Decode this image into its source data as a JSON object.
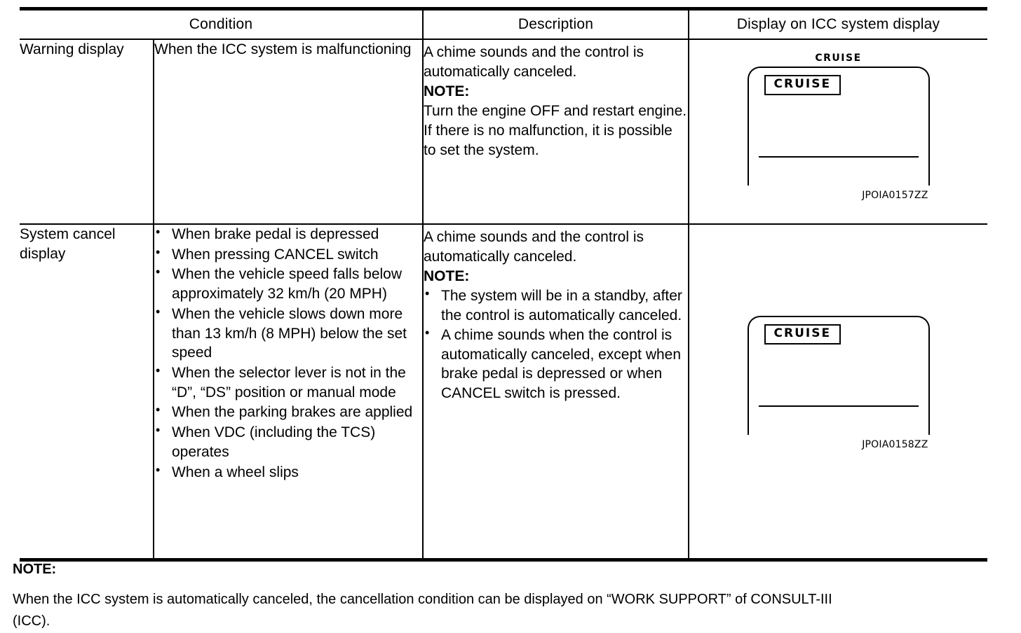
{
  "table": {
    "headers": {
      "condition": "Condition",
      "description": "Description",
      "display": "Display on ICC system display"
    },
    "rows": [
      {
        "label": "Warning display",
        "condition_text": "When the ICC system is malfunctioning",
        "description": {
          "intro": "A chime sounds and the control is automatically canceled.",
          "note_label": "NOTE:",
          "note_text": "Turn the engine OFF and restart engine. If there is no malfunction, it is possible to set the system."
        },
        "display": {
          "top_label": "CRUISE",
          "has_top_label": true,
          "box_label": "CRUISE",
          "figure_code": "JPOIA0157ZZ"
        }
      },
      {
        "label": "System cancel display",
        "condition_bullets": [
          "When brake pedal is depressed",
          "When pressing CANCEL switch",
          "When the vehicle speed falls below approximately 32 km/h (20 MPH)",
          "When the vehicle slows down more than 13 km/h (8 MPH) below the set speed",
          "When the selector lever is not in the “D”, “DS” position or manual mode",
          "When the parking brakes are applied",
          "When VDC (including the TCS) operates",
          "When a wheel slips"
        ],
        "description": {
          "intro": "A chime sounds and the control is automatically canceled.",
          "note_label": "NOTE:",
          "note_bullets": [
            "The system will be in a standby, after the control is automatically canceled.",
            "A chime sounds when the control is automatically canceled, except when brake pedal is depressed or when CANCEL switch is pressed."
          ]
        },
        "display": {
          "top_label": "",
          "has_top_label": false,
          "box_label": "CRUISE",
          "figure_code": "JPOIA0158ZZ"
        }
      }
    ]
  },
  "footer": {
    "note_label": "NOTE:",
    "line1": "When the ICC system is automatically canceled, the cancellation condition can be displayed on “WORK SUPPORT” of CONSULT-III",
    "line2": "(ICC)."
  },
  "colors": {
    "ink": "#000000",
    "paper": "#ffffff"
  }
}
